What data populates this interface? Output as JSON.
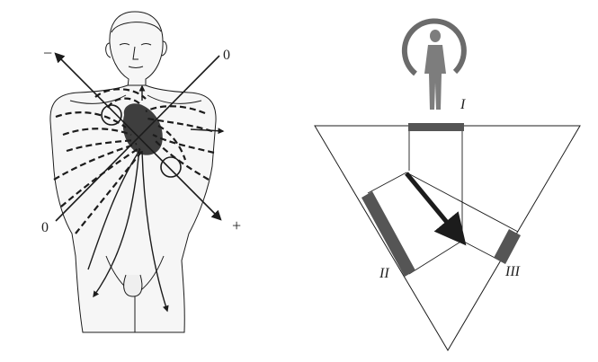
{
  "left_figure": {
    "labels": {
      "minus": "−",
      "zero_top": "0",
      "zero_bottom": "0",
      "plus": "+"
    }
  },
  "right_figure": {
    "lead_labels": {
      "lead_1": "I",
      "lead_2": "II",
      "lead_3": "III"
    }
  },
  "colors": {
    "ink": "#1c1c1c",
    "skin_fill": "#f4f4f4",
    "heart": "#2a2a2a",
    "lead_bar": "#555555",
    "silhouette": "#7d7d7d",
    "arc": "#6b6b6b"
  }
}
